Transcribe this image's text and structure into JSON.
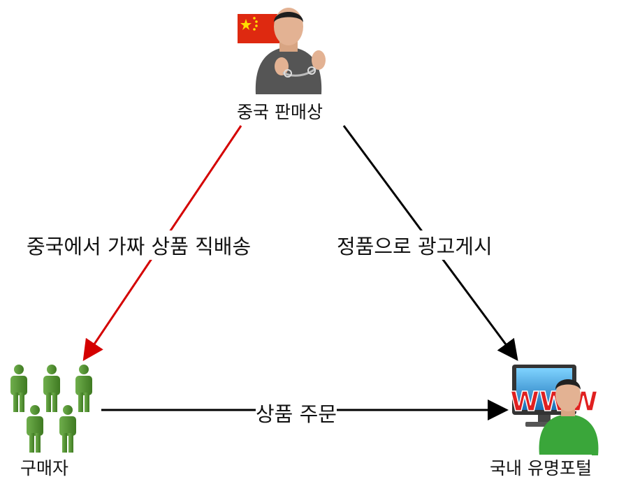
{
  "nodes": {
    "seller": {
      "label": "중국 판매상",
      "flag": "china-flag",
      "icon": "handcuffed-man-icon"
    },
    "buyers": {
      "label": "구매자",
      "icon": "people-group-icon"
    },
    "portal": {
      "label": "국내 유명포털",
      "icon": "www-monitor-man-icon",
      "www_text": "WWW"
    }
  },
  "edges": {
    "seller_to_buyers": {
      "label": "중국에서 가짜 상품 직배송",
      "color": "#d40000"
    },
    "seller_to_portal": {
      "label": "정품으로 광고게시",
      "color": "#000000"
    },
    "buyers_to_portal": {
      "label": "상품 주문",
      "color": "#000000"
    }
  },
  "colors": {
    "red_arrow": "#d40000",
    "black_arrow": "#000000",
    "people_green": "#4e8a2e",
    "shirt_green": "#3aa63a",
    "sweater_gray": "#555555"
  }
}
